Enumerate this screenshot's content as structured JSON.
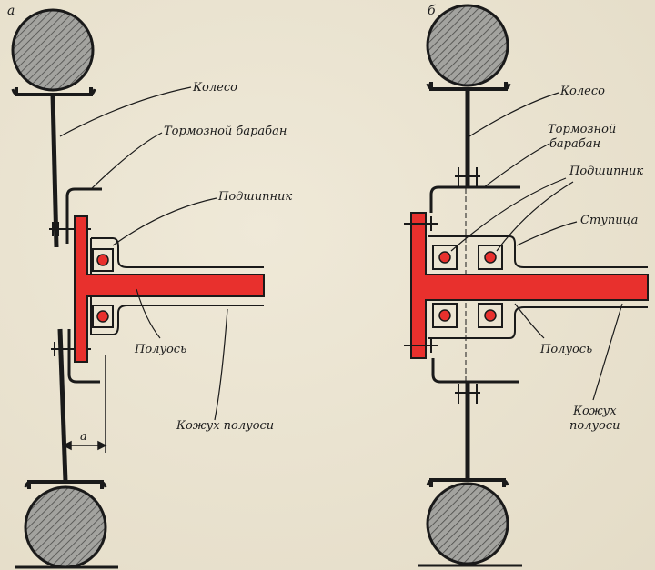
{
  "panel_a": {
    "tag": "а",
    "labels": {
      "wheel": "Колесо",
      "brake_drum": "Тормозной барабан",
      "bearing": "Подшипник",
      "half_axle": "Полуось",
      "half_axle_housing": "Кожух полуоси",
      "offset_mark": "а"
    }
  },
  "panel_b": {
    "tag": "б",
    "labels": {
      "wheel": "Колесо",
      "brake_drum_line1": "Тормозной",
      "brake_drum_line2": "барабан",
      "bearing": "Подшипник",
      "hub": "Ступица",
      "half_axle": "Полуось",
      "housing_line1": "Кожух",
      "housing_line2": "полуоси"
    }
  },
  "colors": {
    "axle_red": "#e8302d",
    "ink": "#1a1a1a",
    "tire_gray": "#8a8a88",
    "paper": "#e9e3d2"
  }
}
